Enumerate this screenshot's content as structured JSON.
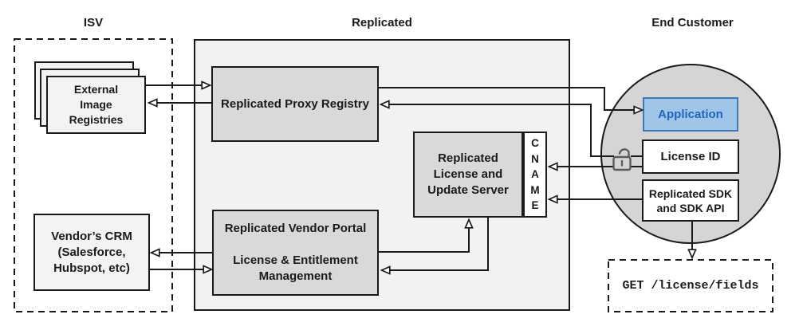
{
  "regions": {
    "isv": {
      "label": "ISV"
    },
    "replicated": {
      "label": "Replicated"
    },
    "end_customer": {
      "label": "End Customer"
    }
  },
  "nodes": {
    "external_image_registries": {
      "label": "External\nImage\nRegistries"
    },
    "vendors_crm": {
      "label": "Vendor’s CRM\n(Salesforce,\nHubspot, etc)"
    },
    "replicated_proxy_registry": {
      "label": "Replicated Proxy Registry"
    },
    "replicated_license_update_server": {
      "label": "Replicated\nLicense and\nUpdate Server"
    },
    "cname": {
      "label": "C\nN\nA\nM\nE"
    },
    "replicated_vendor_portal": {
      "label": "Replicated Vendor Portal\n\nLicense & Entitlement\nManagement"
    },
    "application": {
      "label": "Application"
    },
    "license_id": {
      "label": "License ID"
    },
    "replicated_sdk": {
      "label": "Replicated SDK\nand SDK API"
    },
    "get_license_fields": {
      "label": "GET /license/fields"
    }
  },
  "icons": {
    "unlocked_padlock": "unlocked-padlock-icon"
  },
  "colors": {
    "outline": "#1a1a1a",
    "replicated_region_fill": "#f2f2f2",
    "node_gray_fill": "#d9d9d9",
    "node_light_fill": "#f3f3f3",
    "customer_circle_fill": "#d5d5d5",
    "cname_fill": "#ffffff",
    "application_fill": "#9fc5e8",
    "application_border": "#3d7ab5",
    "application_text": "#2064c0",
    "lock_icon_color": "#5b5b5b"
  }
}
